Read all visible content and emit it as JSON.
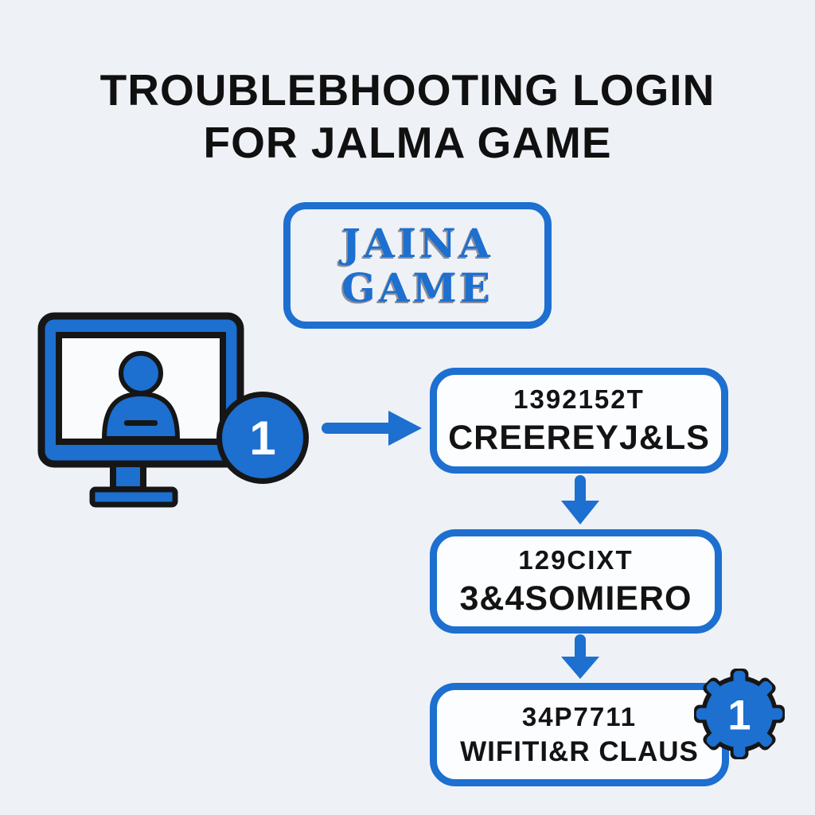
{
  "title": {
    "line1": "TROUBLEBHOOTING LOGIN",
    "line2": "FOR JALMA GAME"
  },
  "logo_badge": {
    "line1": "JAINA",
    "line2": "GAME"
  },
  "monitor_badge": {
    "number": "1"
  },
  "flow_steps": [
    {
      "line1": "1392152T",
      "line2": "CREEREYJ&LS"
    },
    {
      "line1": "129CIXT",
      "line2": "3&4SOMIERO"
    },
    {
      "line1": "34P7711",
      "line2": "WIFITI&R CLAUS"
    }
  ],
  "gear_badge": {
    "number": "1"
  },
  "icons": {
    "monitor": "monitor-with-user-icon",
    "user": "user-silhouette-icon",
    "step_badge": "circled-number-badge",
    "arrow_right": "arrow-right-icon",
    "arrow_down": "arrow-down-icon",
    "gear": "gear-icon"
  },
  "colors": {
    "blue": "#1d6fd0",
    "outline": "#161616",
    "background": "#eef1f6",
    "box_background": "#fcfdff",
    "title_text": "#101010"
  }
}
